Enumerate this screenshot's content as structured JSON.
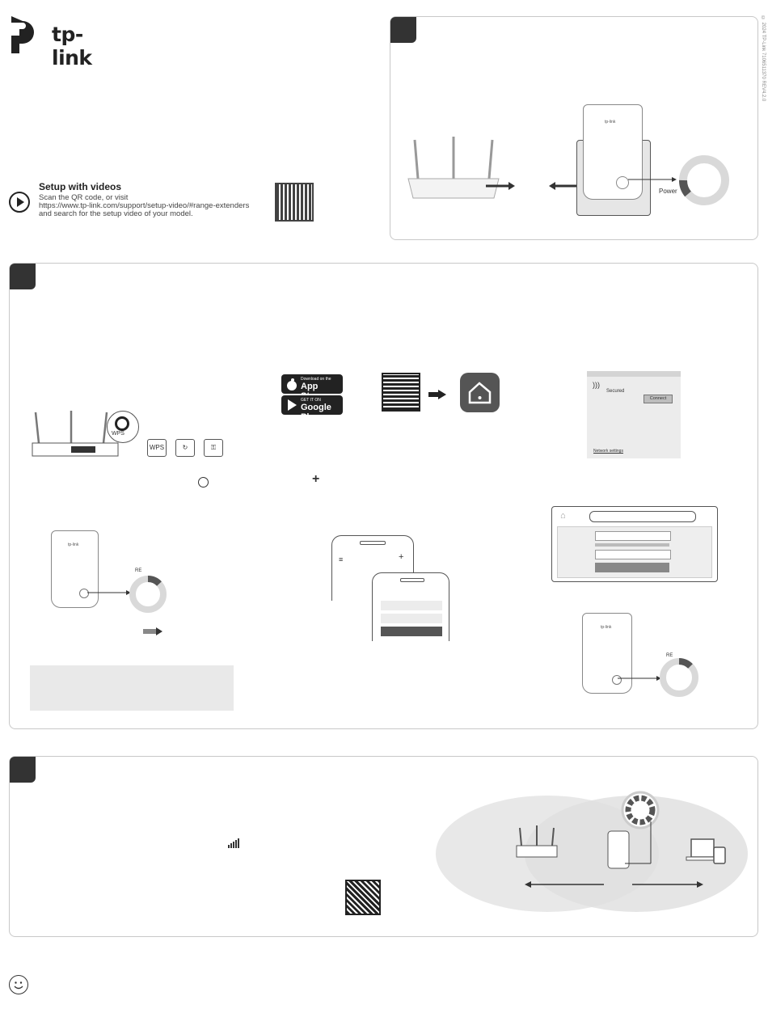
{
  "brand": {
    "name": "tp-link"
  },
  "copyright": "© 2024 TP-Link 7106511370 REV4.2.0",
  "setup_videos": {
    "title": "Setup with videos",
    "line1": "Scan the QR code, or visit",
    "line2": "https://www.tp-link.com/support/setup-video/#range-extenders",
    "line3": "and search for the setup video of your model."
  },
  "power_panel": {
    "power_label": "Power"
  },
  "setup_panel": {
    "wps_label": "WPS",
    "wps_key": "WPS",
    "re_label_top": "RE",
    "re_label_bottom": "RE",
    "app_store": {
      "small": "Download on the",
      "big": "App Store"
    },
    "google_play": {
      "small": "GET IT ON",
      "big": "Google Play"
    },
    "plus": "+",
    "wifi_card": {
      "secured": "Secured",
      "connect": "Connect",
      "network_settings": "Network settings"
    }
  },
  "colors": {
    "accent": "#333333",
    "panel_border": "#c8c8c8",
    "ring": "#d9d9d9",
    "ring_active": "#555555"
  }
}
